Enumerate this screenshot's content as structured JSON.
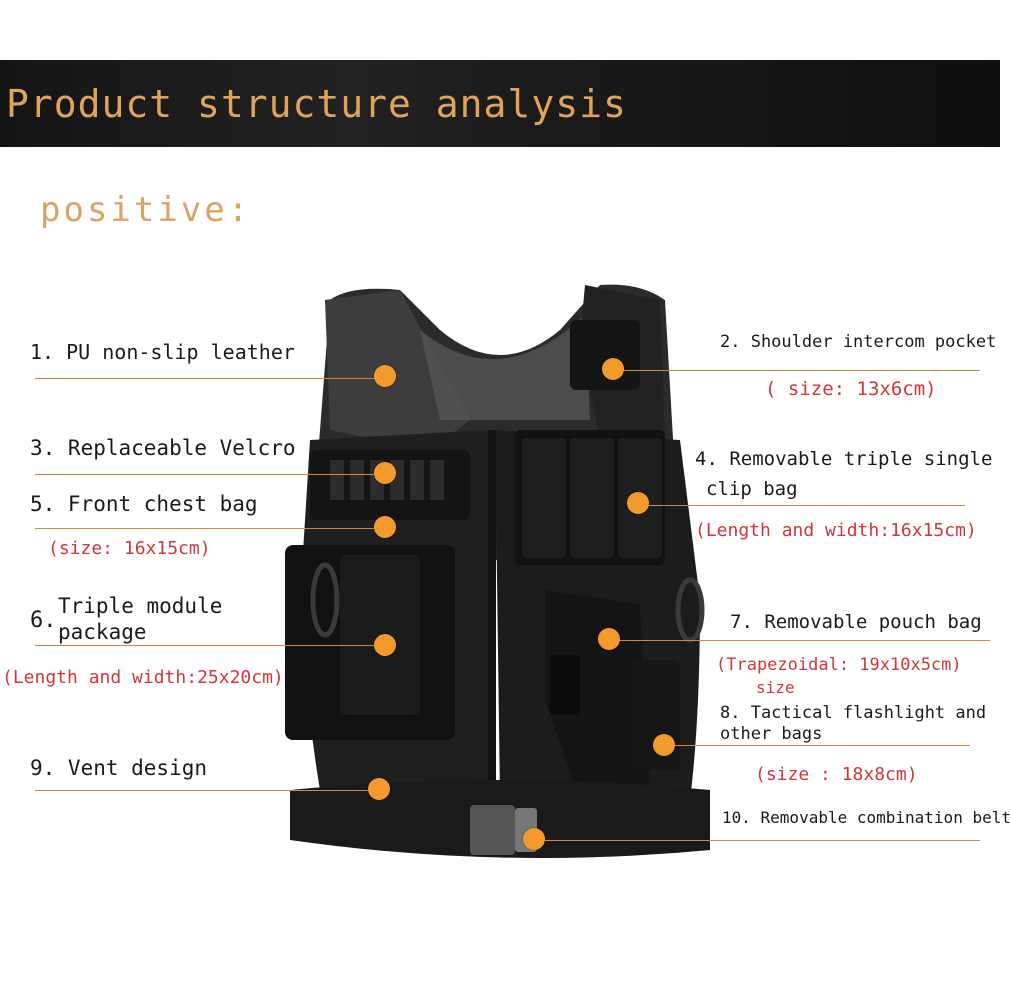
{
  "header": {
    "title": "Product structure analysis"
  },
  "section": {
    "label": "positive:"
  },
  "callouts": {
    "c1": {
      "label": "1. PU non-slip leather"
    },
    "c2": {
      "label": "2. Shoulder intercom pocket",
      "size": "( size: 13x6cm)"
    },
    "c3": {
      "label": "3. Replaceable Velcro"
    },
    "c4": {
      "label_line1": "4. Removable triple single",
      "label_line2": "clip bag",
      "size": "(Length and width:16x15cm)"
    },
    "c5": {
      "label": "5. Front chest bag",
      "size": "(size: 16x15cm)"
    },
    "c6": {
      "number": "6.",
      "label_line1": "Triple module",
      "label_line2": "package",
      "size": "(Length and width:25x20cm)"
    },
    "c7": {
      "label": "7. Removable pouch bag",
      "size": "(Trapezoidal: 19x10x5cm)",
      "size_line2": "size"
    },
    "c8": {
      "label_line1": "8. Tactical flashlight and",
      "label_line2": "other bags",
      "size": "(size : 18x8cm)"
    },
    "c9": {
      "label": "9. Vent design"
    },
    "c10": {
      "label": "10. Removable combination belt"
    }
  },
  "colors": {
    "accent_orange": "#f39a2c",
    "title_gold": "#e0a35a",
    "size_red": "#d0363a"
  }
}
